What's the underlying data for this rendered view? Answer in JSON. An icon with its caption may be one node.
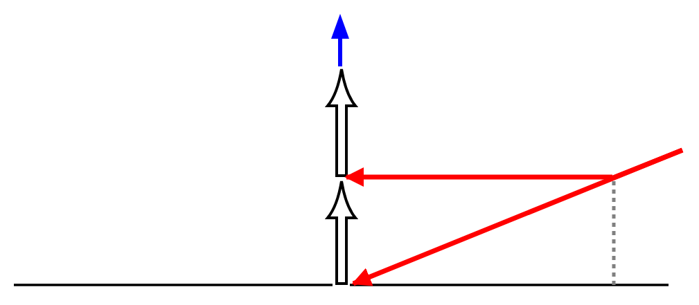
{
  "diagram": {
    "nodes": [
      {
        "text": [],
        "shape": "arrow"
      },
      {
        "text": [],
        "shape": "arrow"
      }
    ],
    "edges": [
      {
        "from": null,
        "to": 1,
        "arrow": "to"
      },
      {
        "from": null,
        "to": 0,
        "arrow": "to"
      }
    ]
  }
}
